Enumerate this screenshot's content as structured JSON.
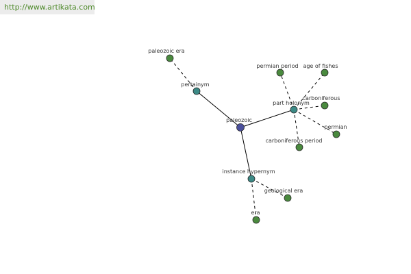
{
  "source_link": "http://www.artikata.com",
  "colors": {
    "root": "#4a4f9c",
    "relation": "#3c8a86",
    "term": "#4a8a3e",
    "stroke": "#2b2b2b"
  },
  "graph": {
    "nodes": [
      {
        "id": "paleozoic",
        "label": "paleozoic",
        "kind": "root"
      },
      {
        "id": "pertainym",
        "label": "pertainym",
        "kind": "relation"
      },
      {
        "id": "part-holonym",
        "label": "part holonym",
        "kind": "relation"
      },
      {
        "id": "instance-hypernym",
        "label": "instance hypernym",
        "kind": "relation"
      },
      {
        "id": "paleozoic-era",
        "label": "paleozoic era",
        "kind": "term"
      },
      {
        "id": "permian-period",
        "label": "permian period",
        "kind": "term"
      },
      {
        "id": "age-of-fishes",
        "label": "age of fishes",
        "kind": "term"
      },
      {
        "id": "carboniferous",
        "label": "carboniferous",
        "kind": "term"
      },
      {
        "id": "permian",
        "label": "permian",
        "kind": "term"
      },
      {
        "id": "carboniferous-period",
        "label": "carboniferous period",
        "kind": "term"
      },
      {
        "id": "geological-era",
        "label": "geological era",
        "kind": "term"
      },
      {
        "id": "era",
        "label": "era",
        "kind": "term"
      }
    ],
    "edges": [
      {
        "from": "paleozoic",
        "to": "pertainym",
        "style": "solid"
      },
      {
        "from": "paleozoic",
        "to": "part-holonym",
        "style": "solid"
      },
      {
        "from": "paleozoic",
        "to": "instance-hypernym",
        "style": "solid"
      },
      {
        "from": "pertainym",
        "to": "paleozoic-era",
        "style": "dashed"
      },
      {
        "from": "part-holonym",
        "to": "permian-period",
        "style": "dashed"
      },
      {
        "from": "part-holonym",
        "to": "age-of-fishes",
        "style": "dashed"
      },
      {
        "from": "part-holonym",
        "to": "carboniferous",
        "style": "dashed"
      },
      {
        "from": "part-holonym",
        "to": "permian",
        "style": "dashed"
      },
      {
        "from": "part-holonym",
        "to": "carboniferous-period",
        "style": "dashed"
      },
      {
        "from": "instance-hypernym",
        "to": "geological-era",
        "style": "dashed"
      },
      {
        "from": "instance-hypernym",
        "to": "era",
        "style": "dashed"
      }
    ]
  }
}
